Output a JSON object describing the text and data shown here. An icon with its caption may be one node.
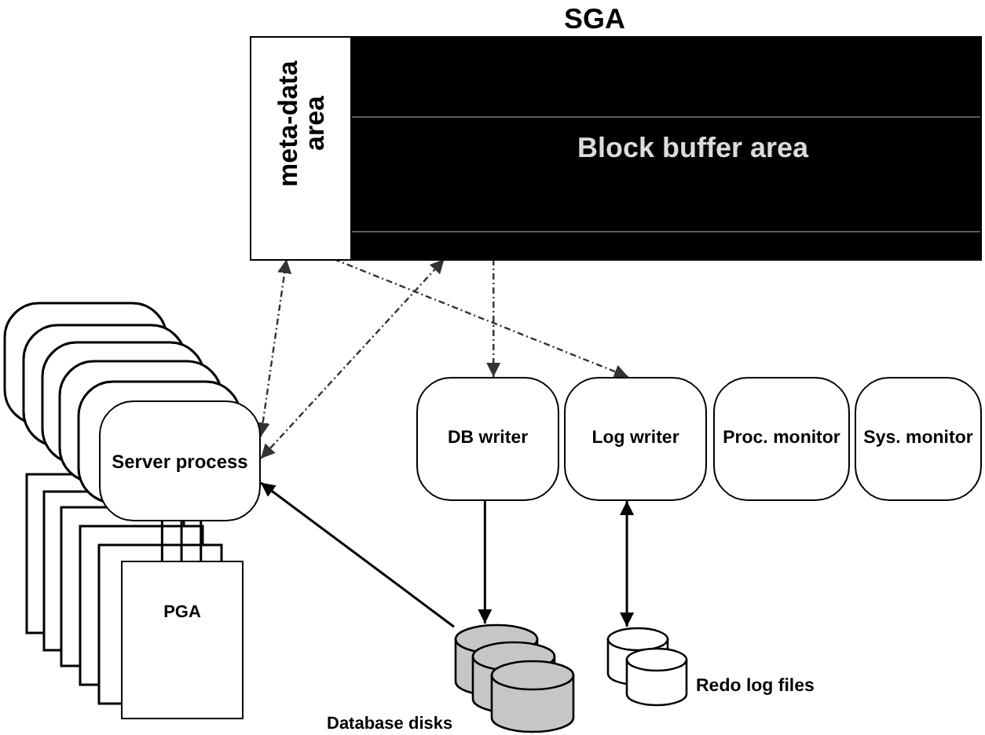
{
  "diagram": {
    "nodes": [
      {
        "text": [
          "SGA"
        ]
      },
      {
        "text": [
          "meta-data area"
        ],
        "in": 0
      },
      {
        "text": [
          "Block buffer area"
        ],
        "in": 0
      },
      {
        "text": [
          "Server process"
        ]
      },
      {
        "text": [
          "PGA"
        ]
      },
      {
        "text": [
          "DB writer"
        ]
      },
      {
        "text": [
          "Log writer"
        ]
      },
      {
        "text": [
          "Proc. monitor"
        ]
      },
      {
        "text": [
          "Sys. monitor"
        ]
      },
      {
        "text": [],
        "shape": "cylinder",
        "beside": [
          "Database disks"
        ]
      },
      {
        "text": [],
        "shape": "cylinder",
        "beside": [
          "Redo log files"
        ]
      }
    ],
    "edges": [
      {
        "from": 2,
        "to": 5,
        "arrow": "to",
        "style": "dashed"
      },
      {
        "from": 1,
        "to": 6,
        "arrow": "to",
        "style": "dashed"
      },
      {
        "from": 3,
        "to": 1,
        "arrow": "both",
        "style": "dashed"
      },
      {
        "from": 3,
        "to": 2,
        "arrow": "both",
        "style": "dashed"
      },
      {
        "from": 3,
        "to": 4,
        "arrow": "none"
      },
      {
        "from": 5,
        "to": 9,
        "arrow": "to"
      },
      {
        "from": 6,
        "to": 10,
        "arrow": "both"
      },
      {
        "from": 9,
        "to": 3,
        "arrow": "to"
      },
      {
        "from": 3,
        "to": 4,
        "arrow": "none"
      },
      {
        "from": 3,
        "to": 4,
        "arrow": "none"
      }
    ]
  }
}
